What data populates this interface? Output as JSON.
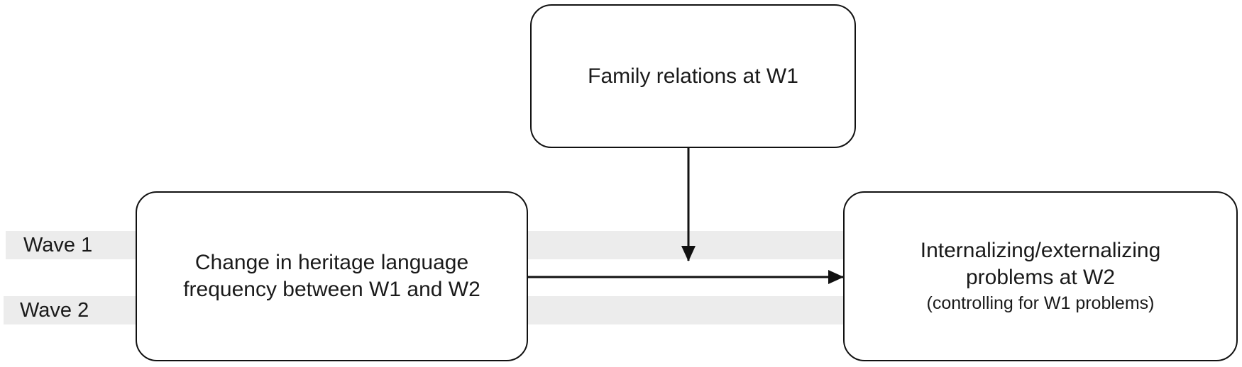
{
  "diagram": {
    "waves": {
      "wave1_label": "Wave 1",
      "wave2_label": "Wave 2"
    },
    "nodes": {
      "moderator": {
        "label": "Family relations at W1"
      },
      "predictor": {
        "line1": "Change in heritage language",
        "line2": "frequency between W1 and W2"
      },
      "outcome": {
        "line1": "Internalizing/externalizing",
        "line2": "problems at W2",
        "note": "(controlling for W1 problems)"
      }
    },
    "edges": [
      {
        "from": "predictor",
        "to": "outcome",
        "type": "direct-effect"
      },
      {
        "from": "moderator",
        "to": "predictor-outcome-path",
        "type": "moderation"
      }
    ],
    "colors": {
      "band": "#ececec",
      "stroke": "#111111",
      "text": "#1a1a1a"
    }
  }
}
